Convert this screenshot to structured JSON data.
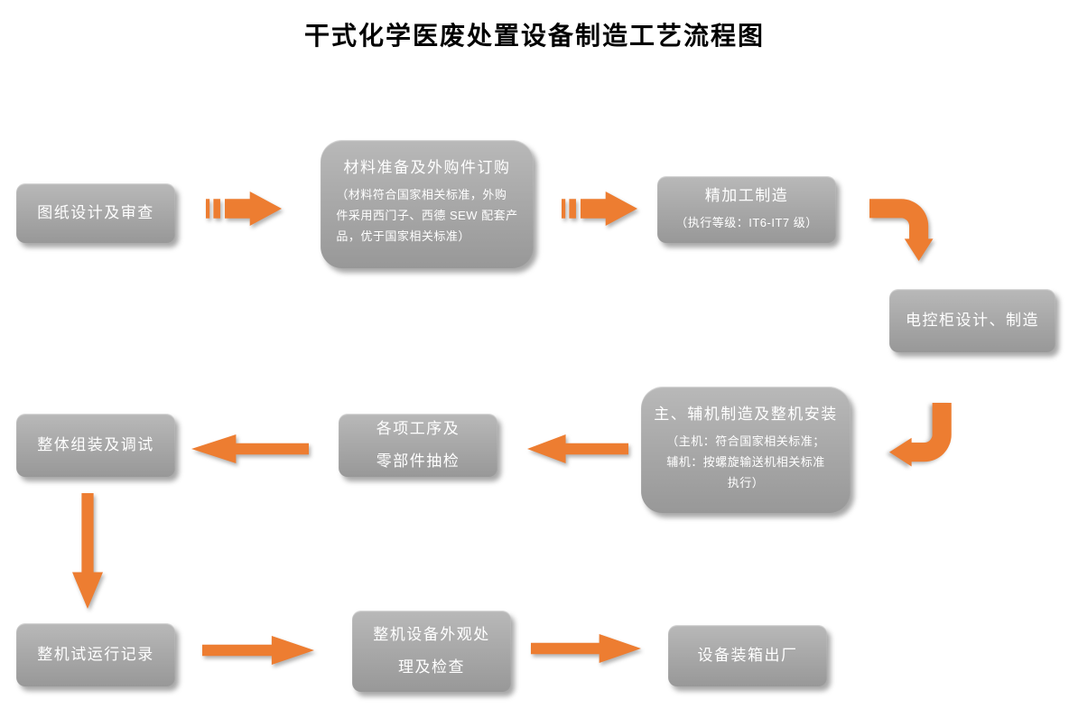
{
  "title": "干式化学医废处置设备制造工艺流程图",
  "colors": {
    "box_fill": "#a5a5a5",
    "box_text": "#ffffff",
    "arrow_fill": "#ed7d31",
    "title_text": "#000000"
  },
  "nodes": {
    "design_review": {
      "lines": [
        "图纸设计及审查"
      ]
    },
    "material_prep": {
      "lines": [
        "材料准备及外购件订购"
      ],
      "note": "（材料符合国家相关标准，外购\n件采用西门子、西德 SEW 配套产\n品，优于国家相关标准）"
    },
    "precision_mfg": {
      "lines": [
        "精加工制造"
      ],
      "note": "（执行等级：IT6-IT7 级）"
    },
    "cabinet": {
      "lines": [
        "电控柜设计、制造"
      ]
    },
    "main_aux": {
      "lines": [
        "主、辅机制造及整机安装"
      ],
      "note": "（主机：符合国家相关标准；\n辅机：按螺旋输送机相关标准\n执行）"
    },
    "process_check": {
      "lines": [
        "各项工序及",
        "零部件抽检"
      ]
    },
    "assembly_debug": {
      "lines": [
        "整体组装及调试"
      ]
    },
    "trial_run": {
      "lines": [
        "整机试运行记录"
      ]
    },
    "appearance": {
      "lines": [
        "整机设备外观处",
        "理及检查"
      ]
    },
    "shipping": {
      "lines": [
        "设备装箱出厂"
      ]
    }
  }
}
